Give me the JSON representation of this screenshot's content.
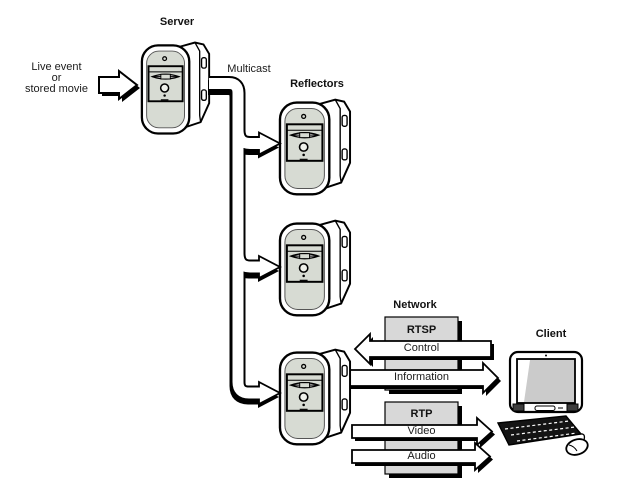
{
  "diagram": {
    "source": {
      "lines": [
        "Live event",
        "or",
        "stored movie"
      ]
    },
    "server_label": "Server",
    "multicast_label": "Multicast",
    "reflectors_label": "Reflectors",
    "reflector_count": 3,
    "network": {
      "label": "Network",
      "protocols": [
        {
          "name": "RTSP",
          "flows": [
            {
              "label": "Control",
              "direction": "left"
            },
            {
              "label": "Information",
              "direction": "right"
            }
          ]
        },
        {
          "name": "RTP",
          "flows": [
            {
              "label": "Video",
              "direction": "right"
            },
            {
              "label": "Audio",
              "direction": "right"
            }
          ]
        }
      ]
    },
    "client_label": "Client",
    "colors": {
      "background": "#ffffff",
      "outline": "#000000",
      "protocol_box_fill": "#d8d8d8",
      "tower_panel_fill": "#d7dbd3",
      "screen_fill": "#cbcbcb",
      "shadow": "#000000"
    }
  }
}
